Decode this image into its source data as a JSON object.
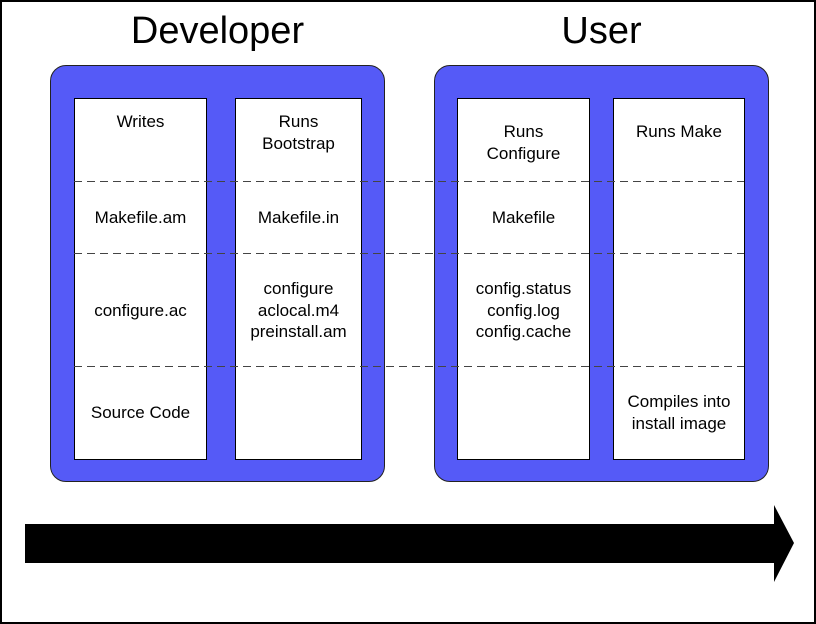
{
  "colors": {
    "container_blue": "#555af7",
    "dash_gray": "#444444",
    "arrow_black": "#000000"
  },
  "groups": [
    {
      "name": "developer",
      "title": "Developer",
      "columns": [
        {
          "name": "writes-column",
          "cells": [
            "Writes",
            "Makefile.am",
            "configure.ac",
            "Source Code"
          ]
        },
        {
          "name": "runs-bootstrap-column",
          "cells": [
            "Runs\nBootstrap",
            "Makefile.in",
            "configure\naclocal.m4\npreinstall.am",
            ""
          ]
        }
      ]
    },
    {
      "name": "user",
      "title": "User",
      "columns": [
        {
          "name": "runs-configure-column",
          "cells": [
            "Runs\nConfigure",
            "Makefile",
            "config.status\nconfig.log\nconfig.cache",
            ""
          ]
        },
        {
          "name": "runs-make-column",
          "cells": [
            "Runs Make",
            "",
            "",
            "Compiles into\ninstall image"
          ]
        }
      ]
    }
  ],
  "arrow": {
    "meaning": "time-flow-left-to-right"
  }
}
